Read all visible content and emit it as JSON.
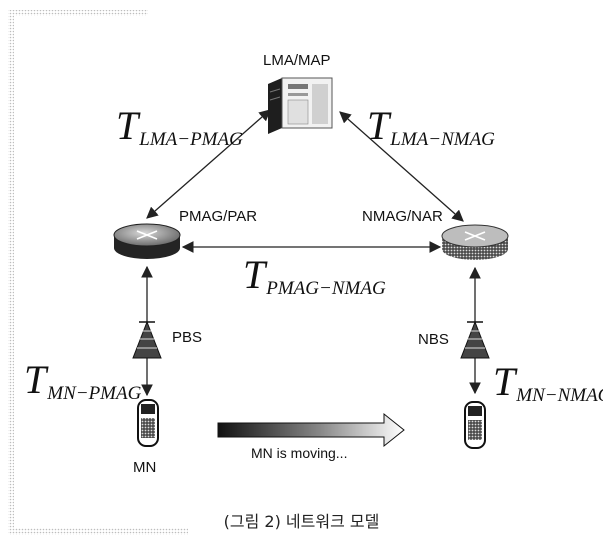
{
  "nodes": {
    "lma": "LMA/MAP",
    "pmag": "PMAG/PAR",
    "nmag": "NMAG/NAR",
    "pbs": "PBS",
    "nbs": "NBS",
    "mn": "MN"
  },
  "links": {
    "lma_pmag": {
      "base": "T",
      "sub": "LMA−PMAG"
    },
    "lma_nmag": {
      "base": "T",
      "sub": "LMA−NMAG"
    },
    "pmag_nmag": {
      "base": "T",
      "sub": "PMAG−NMAG"
    },
    "mn_pmag": {
      "base": "T",
      "sub": "MN−PMAG"
    },
    "mn_nmag": {
      "base": "T",
      "sub": "MN−NMAG"
    }
  },
  "movement": {
    "label": "MN is moving..."
  },
  "caption": "(그림 2) 네트워크 모델",
  "colors": {
    "line": "#222222",
    "router": "#3a3a3a",
    "border_dots": "#c8c8c8"
  }
}
